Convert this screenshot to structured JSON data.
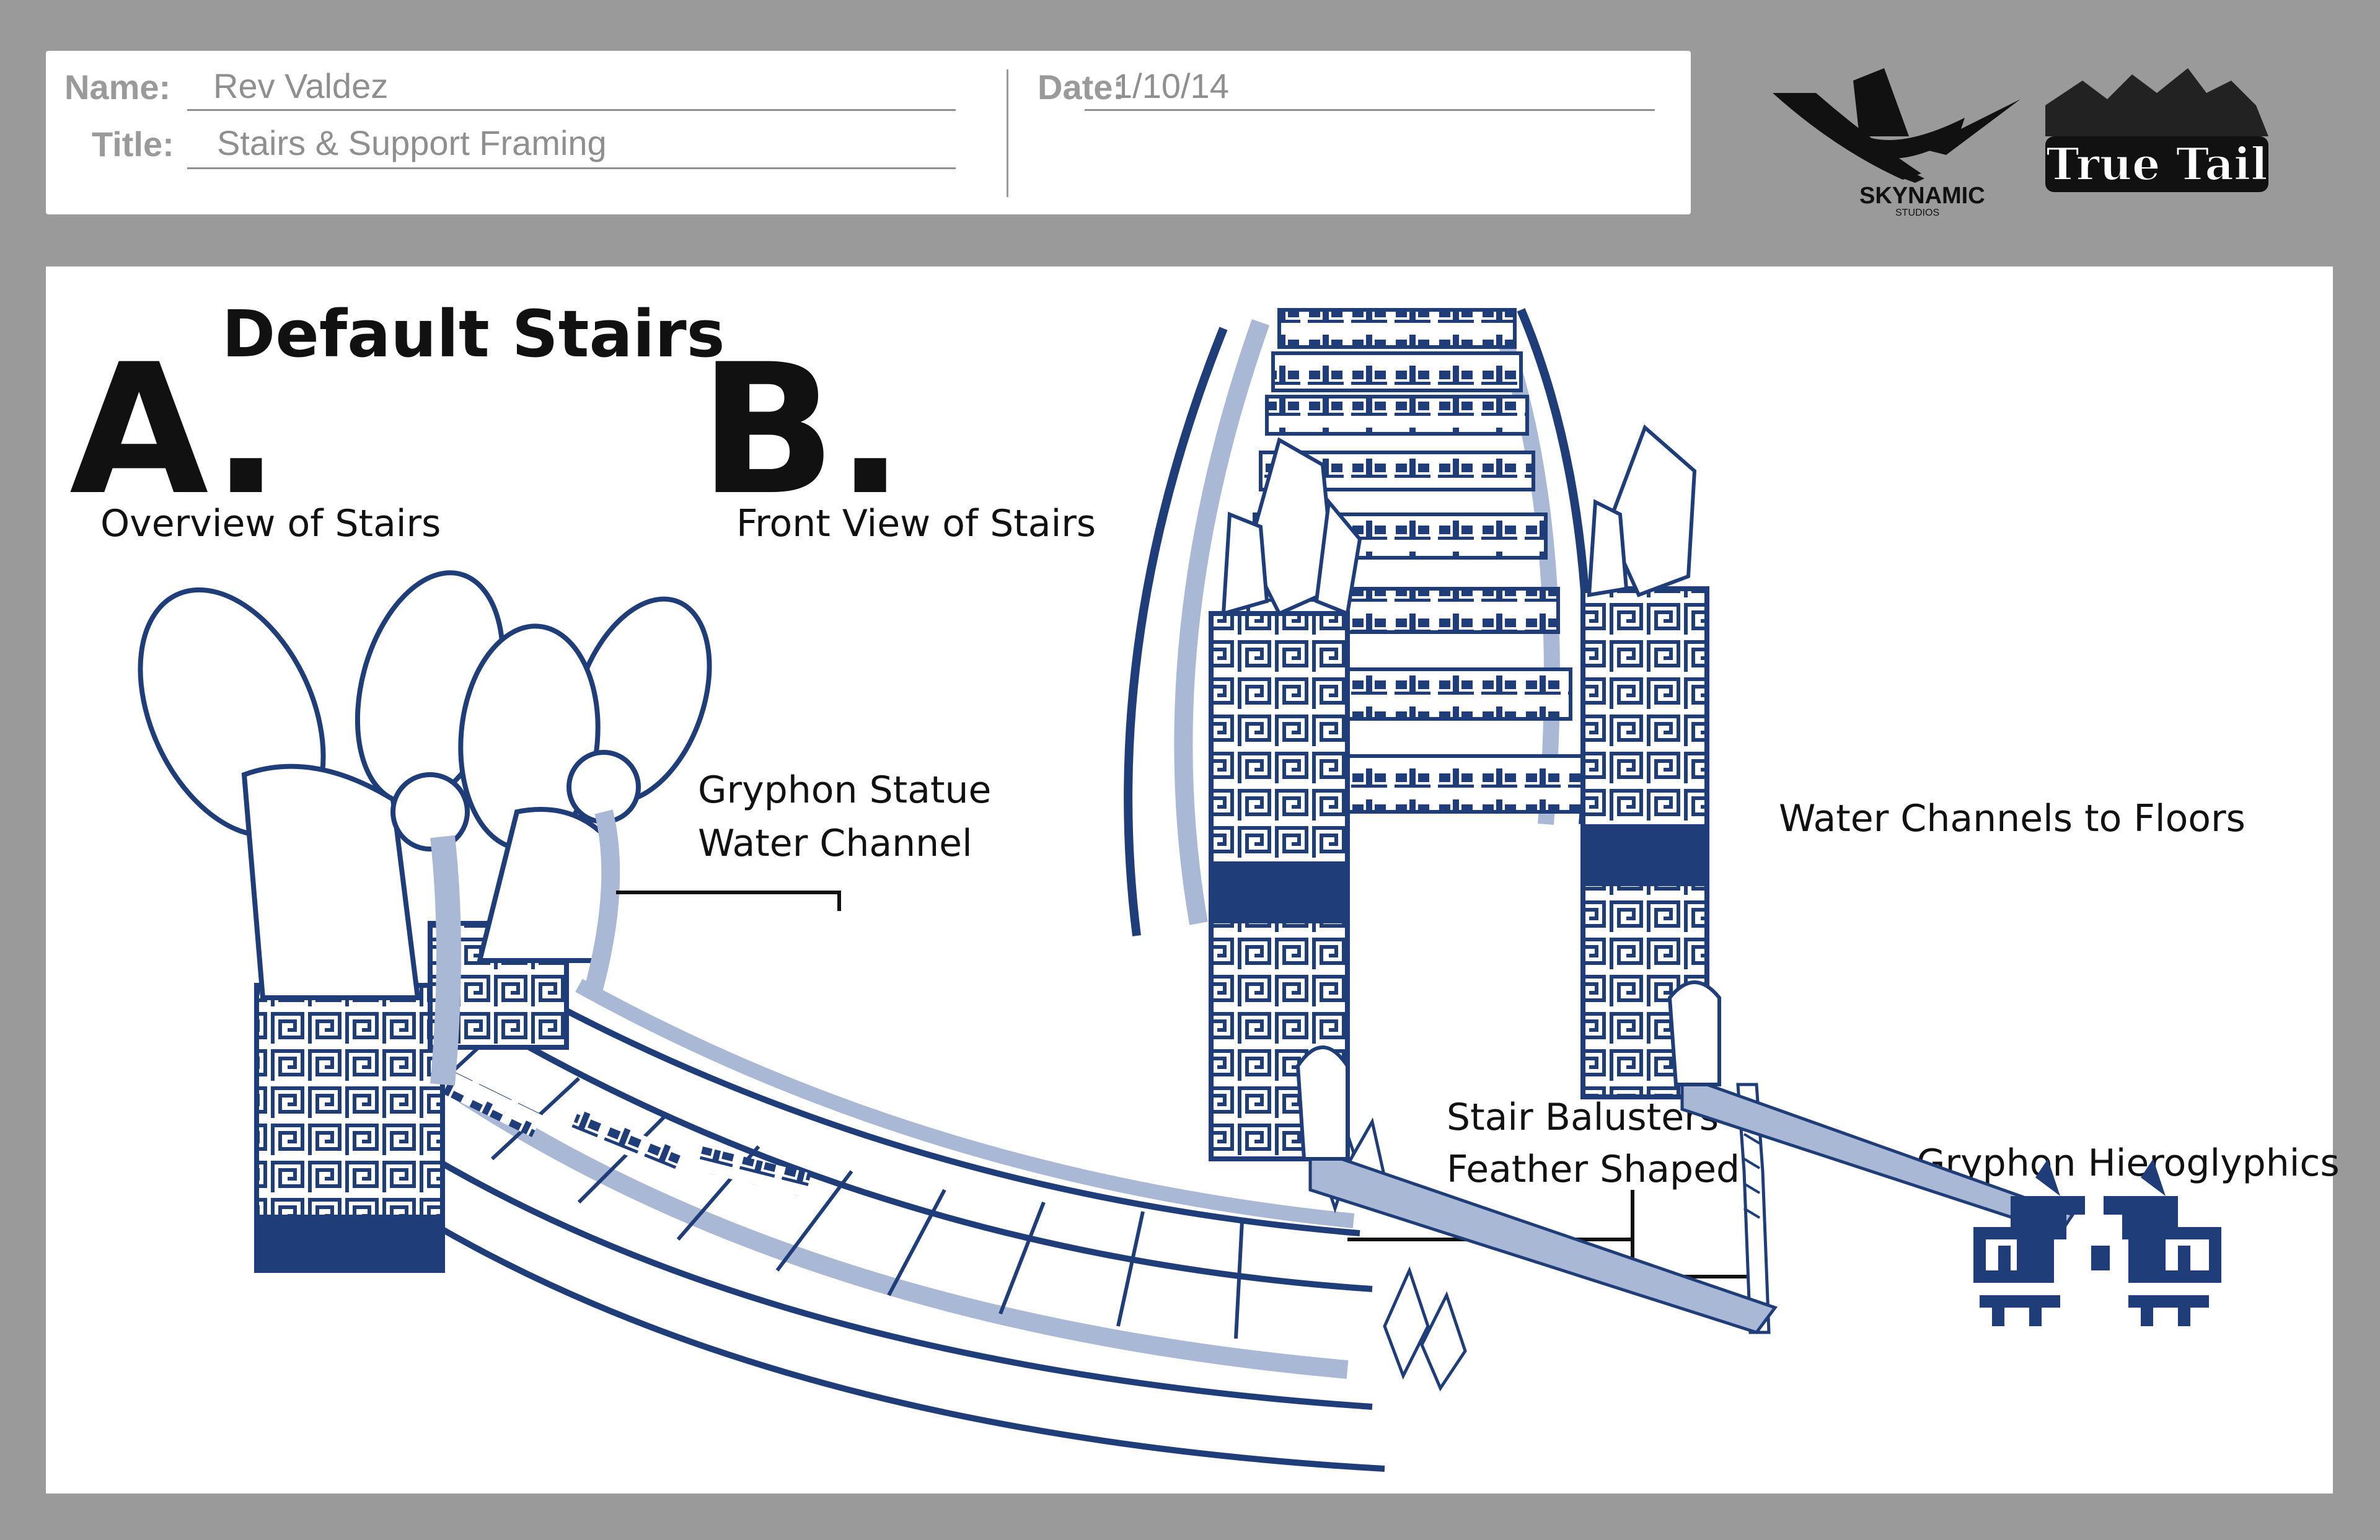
{
  "header": {
    "name_label": "Name:",
    "name_value": "Rev Valdez",
    "title_label": "Title:",
    "title_value": "Stairs & Support Framing",
    "date_label": "Date:",
    "date_value": "1/10/14"
  },
  "logos": {
    "studio": "SKYNAMIC",
    "studio_sub": "STUDIOS",
    "game": "True Tail"
  },
  "sheet": {
    "section_a_letter": "A.",
    "section_a_title": "Default Stairs",
    "section_a_caption": "Overview of Stairs",
    "section_b_letter": "B.",
    "section_b_caption": "Front View of Stairs",
    "callout_gryphon_1": "Gryphon Statue",
    "callout_gryphon_2": "Water Channel",
    "callout_water": "Water Channels to Floors",
    "callout_balusters_1": "Stair Balusters-",
    "callout_balusters_2": "Feather Shaped",
    "callout_hieroglyphics": "Gryphon Hieroglyphics"
  },
  "colors": {
    "ink": "#1f3d78",
    "wash": "#a9b8d4",
    "frame_gray": "#9a9a9a"
  }
}
